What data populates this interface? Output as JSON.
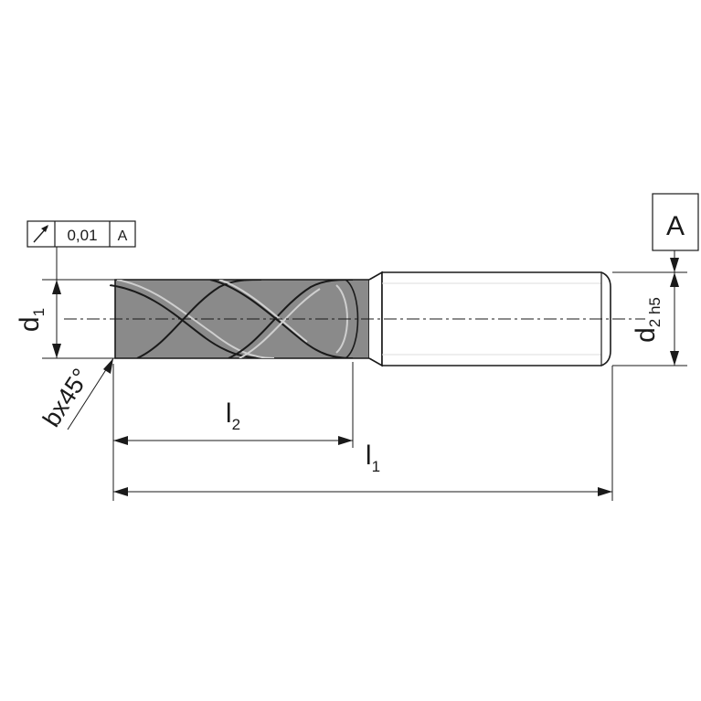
{
  "tolerance_frame": {
    "value": "0,01",
    "datum": "A",
    "symbol": "circular-runout-icon"
  },
  "datum_box": {
    "label": "A"
  },
  "dimensions": {
    "d1": {
      "main": "d",
      "sub": "1"
    },
    "d2": {
      "main": "d",
      "sub": "2 h5"
    },
    "l1": {
      "main": "l",
      "sub": "1"
    },
    "l2": {
      "main": "l",
      "sub": "2"
    },
    "chamfer": "bx45°"
  },
  "colors": {
    "line": "#1a1a1a",
    "flute_body": "#8a8a8a",
    "flute_highlight": "#cfcfcf",
    "shank": "#ffffff"
  }
}
